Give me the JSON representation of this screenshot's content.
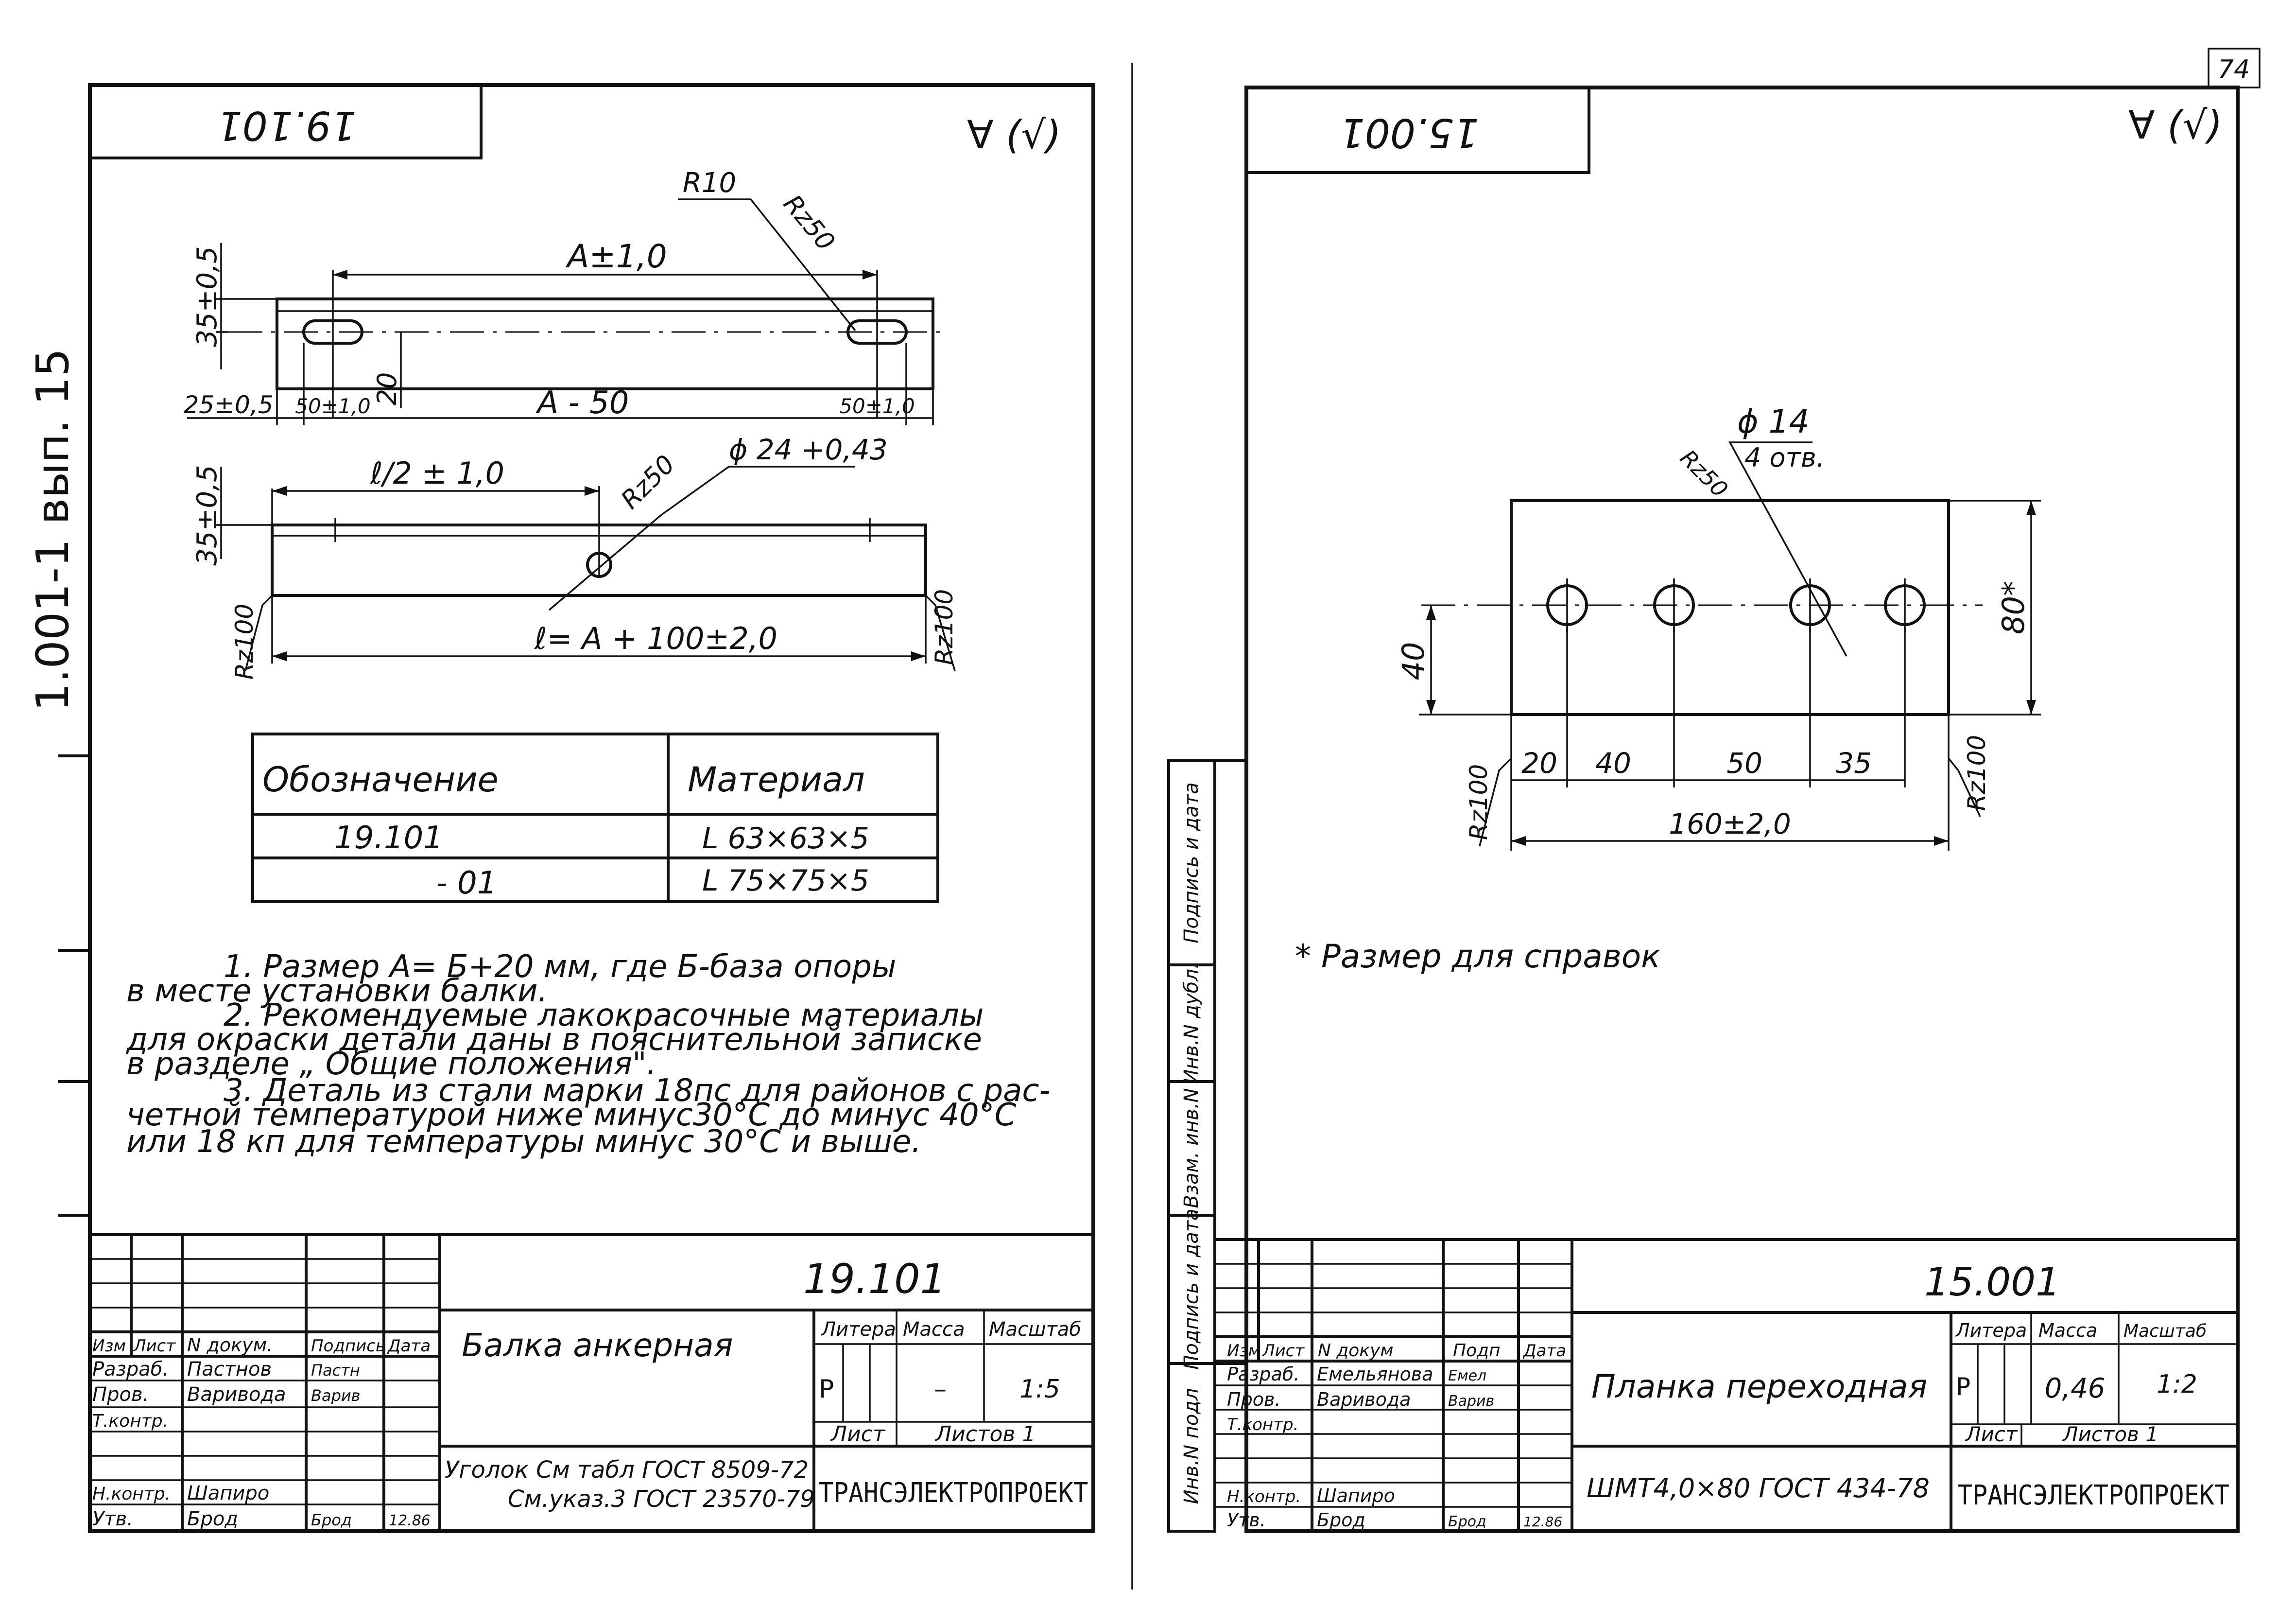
{
  "page_number": "74",
  "margin_label": "1.001-1 вып. 15",
  "left_sheet": {
    "top_code": "19.101",
    "roughness_mark": "∀ (√)",
    "dims": {
      "a_tol": "A±1,0",
      "r10": "R10",
      "rz50_a": "Rz50",
      "h35_a": "35±0,5",
      "d25": "25±0,5",
      "d50a": "50±1,0",
      "d20": "20",
      "a_minus": "A - 50",
      "d50b": "50±1,0",
      "h35_b": "35±0,5",
      "l_half": "ℓ/2 ± 1,0",
      "rz50_b": "Rz50",
      "hole": "ϕ 24 +0,43",
      "rz100_l": "Rz100",
      "length": "ℓ= A + 100±2,0",
      "rz100_r": "Rz100"
    },
    "table": {
      "headers": [
        "Обозначение",
        "Материал"
      ],
      "rows": [
        [
          "19.101",
          "L 63×63×5"
        ],
        [
          "- 01",
          "L 75×75×5"
        ]
      ]
    },
    "notes": [
      "1. Размер А= Б+20 мм, где Б-база опоры",
      "в месте установки балки.",
      "2. Рекомендуемые лакокрасочные материалы",
      "для окраски детали даны в пояснительной записке",
      "в разделе „ Общие положения\".",
      "3. Деталь из стали марки 18пс для районов с рас-",
      "четной температурой ниже минус30°С до минус 40°С",
      "или 18 кп для температуры минус 30°С и выше."
    ],
    "title_block": {
      "code": "19.101",
      "name": "Балка анкерная",
      "material_1": "Уголок См табл ГОСТ 8509-72",
      "material_2": "См.указ.3 ГОСТ 23570-79",
      "col_headers": [
        "Изм",
        "Лист",
        "N докум.",
        "Подпись",
        "Дата"
      ],
      "roles": [
        "Разраб.",
        "Пров.",
        "Т.контр.",
        "",
        "Н.контр.",
        "Утв."
      ],
      "names": [
        "Пастнов",
        "Варивода",
        "",
        "",
        "Шапиро",
        "Брод"
      ],
      "signs": [
        "Пастн",
        "Варив",
        "",
        "",
        "",
        "Брод"
      ],
      "date": "12.86",
      "litera_label": "Литера",
      "mass_label": "Масса",
      "scale_label": "Масштаб",
      "litera": "Р",
      "mass": "–",
      "scale": "1:5",
      "sheet_label": "Лист",
      "sheets_label": "Листов 1",
      "org": "ТРАНСЭЛЕКТРОПРОЕКТ"
    }
  },
  "right_sheet": {
    "top_code": "15.001",
    "roughness_mark": "∀ (√)",
    "dims": {
      "hole_d": "ϕ 14",
      "hole_n": "4 отв.",
      "rz50": "Rz50",
      "height": "80*",
      "d40v": "40",
      "d20": "20",
      "d40": "40",
      "d50": "50",
      "d35": "35",
      "rz100_l": "Rz100",
      "rz100_r": "Rz100",
      "length": "160±2,0"
    },
    "footnote": "* Размер для справок",
    "side_stamps": [
      "Подпись и дата",
      "Инв.N дубл.",
      "Взам. инв.N",
      "Подпись и дата",
      "Инв.N подл"
    ],
    "title_block": {
      "code": "15.001",
      "name": "Планка переходная",
      "material": "ШМТ4,0×80 ГОСТ 434-78",
      "col_headers": [
        "Изм",
        "Лист",
        "N докум",
        "Подп",
        "Дата"
      ],
      "roles": [
        "Разраб.",
        "Пров.",
        "Т.контр.",
        "",
        "Н.контр.",
        "Утв."
      ],
      "names": [
        "Емельянова",
        "Варивода",
        "",
        "",
        "Шапиро",
        "Брод"
      ],
      "signs": [
        "Емел",
        "Варив",
        "",
        "",
        "",
        "Брод"
      ],
      "date": "12.86",
      "litera_label": "Литера",
      "mass_label": "Масса",
      "scale_label": "Масштаб",
      "litera": "Р",
      "mass": "0,46",
      "scale": "1:2",
      "sheet_label": "Лист",
      "sheets_label": "Листов 1",
      "org": "ТРАНСЭЛЕКТРОПРОЕКТ"
    }
  }
}
